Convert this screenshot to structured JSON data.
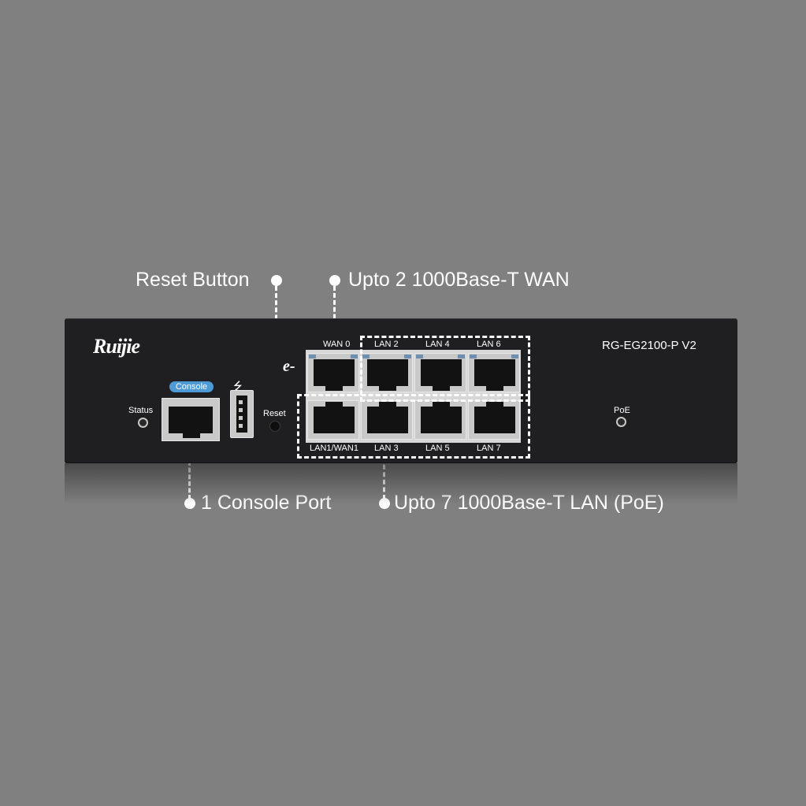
{
  "callouts": {
    "reset_button": "Reset Button",
    "wan": "Upto 2 1000Base-T WAN",
    "console_port": "1 Console Port",
    "lan": "Upto 7 1000Base-T LAN (PoE)"
  },
  "device": {
    "brand": "Ruijie",
    "model": "RG-EG2100-P  V2",
    "labels": {
      "status": "Status",
      "console": "Console",
      "reset": "Reset",
      "poe": "PoE"
    },
    "icons": {
      "usb": "usb-icon",
      "ie": "ie-logo-icon"
    },
    "ports_top": [
      "WAN 0",
      "LAN 2",
      "LAN 4",
      "LAN 6"
    ],
    "ports_bottom": [
      "LAN1/WAN1",
      "LAN 3",
      "LAN 5",
      "LAN 7"
    ]
  },
  "colors": {
    "background": "#808080",
    "chassis": "#1f1f21",
    "console_badge": "#4d9ad6",
    "port_led": "#6f8fb0",
    "callout": "#ffffff"
  }
}
